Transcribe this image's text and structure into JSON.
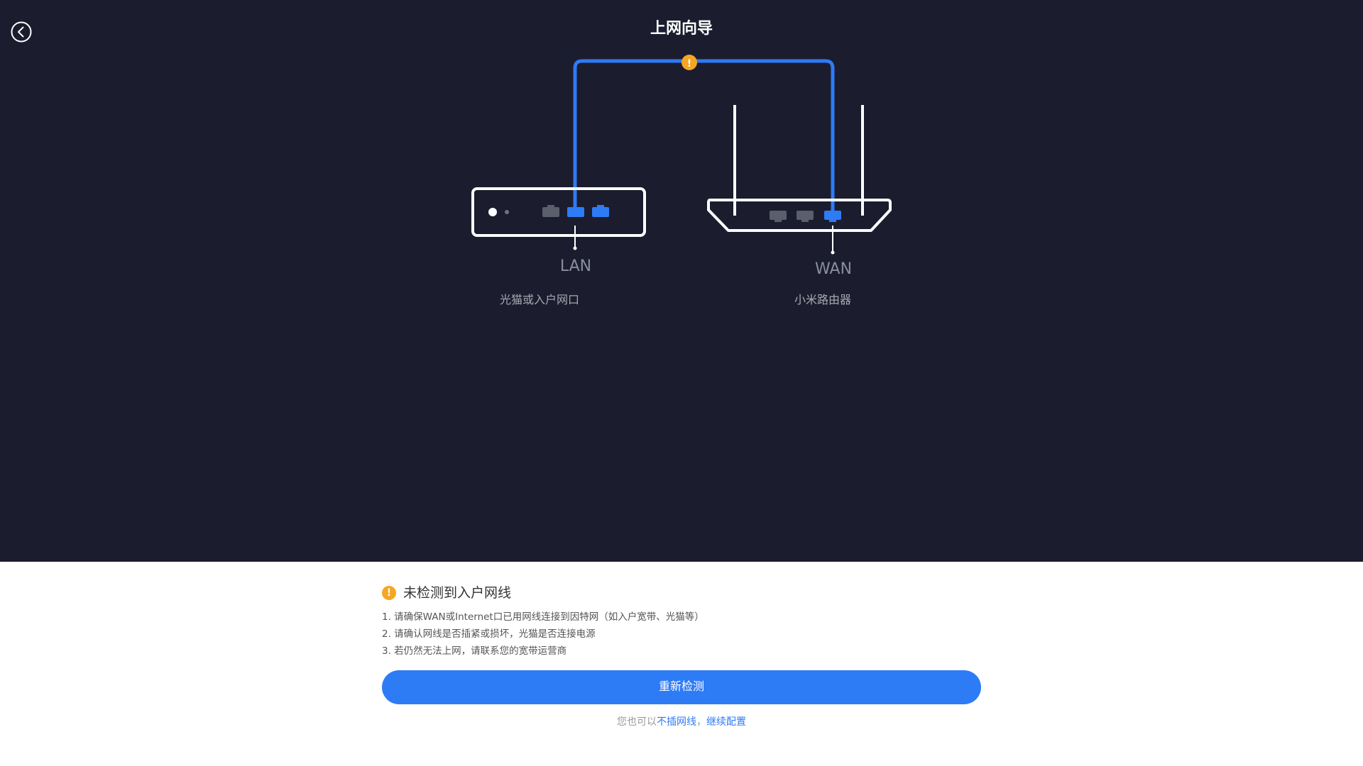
{
  "header": {
    "title": "上网向导",
    "back_icon": "chevron-left-icon"
  },
  "diagram": {
    "modem": {
      "port_label": "LAN",
      "device_label": "光猫或入户网口"
    },
    "router": {
      "port_label": "WAN",
      "device_label": "小米路由器"
    },
    "warning_glyph": "!"
  },
  "alert": {
    "icon_glyph": "!",
    "title": "未检测到入户网线",
    "tips": [
      "1. 请确保WAN或Internet口已用网线连接到因特网（如入户宽带、光猫等）",
      "2. 请确认网线是否插紧或损坏，光猫是否连接电源",
      "3. 若仍然无法上网，请联系您的宽带运营商"
    ]
  },
  "actions": {
    "retry_label": "重新检测",
    "footer_prefix": "您也可以",
    "footer_link1": "不插网线",
    "footer_sep": "，",
    "footer_link2": "继续配置"
  },
  "colors": {
    "dark_bg": "#1b1d2e",
    "accent_blue": "#2e7bf6",
    "warning_orange": "#f5a623"
  }
}
